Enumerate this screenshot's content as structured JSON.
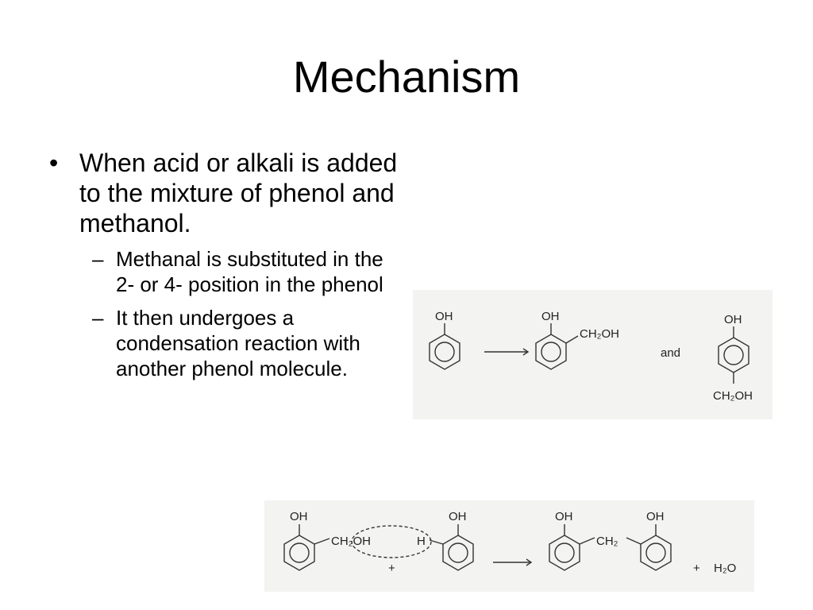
{
  "slide": {
    "title": "Mechanism",
    "bullet": "When acid or alkali is added to the mixture of phenol and methanol.",
    "sub_bullets": [
      "Methanal is substituted in the 2- or 4- position in the phenol",
      "It then undergoes a condensation reaction with another phenol molecule."
    ],
    "bullet_marker": "•",
    "sub_marker": "–"
  },
  "figure1": {
    "oh": "OH",
    "ch2oh": "CH₂OH",
    "and": "and"
  },
  "figure2": {
    "oh": "OH",
    "ch2oh": "CH₂OH",
    "h": "H",
    "plus": "+",
    "ch2": "CH₂",
    "water": "H₂O"
  }
}
